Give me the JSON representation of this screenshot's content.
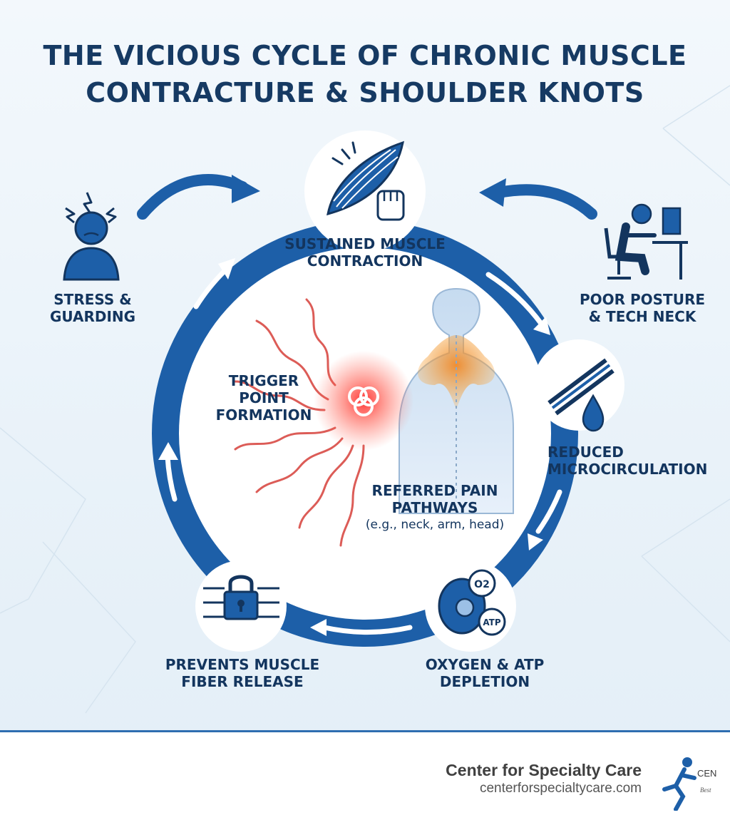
{
  "title": {
    "line1": "THE VICIOUS CYCLE OF CHRONIC MUSCLE",
    "line2": "CONTRACTURE & SHOULDER KNOTS"
  },
  "cycle": {
    "sustained": {
      "line1": "SUSTAINED MUSCLE",
      "line2": "CONTRACTION",
      "icon": "muscle-fist-icon"
    },
    "stress": {
      "line1": "STRESS &",
      "line2": "GUARDING",
      "icon": "stressed-person-icon"
    },
    "posture": {
      "line1": "POOR POSTURE",
      "line2": "& TECH NECK",
      "icon": "desk-posture-icon"
    },
    "microcirculation": {
      "line1": "REDUCED",
      "line2": "MICROCIRCULATION",
      "icon": "vessel-droplet-icon"
    },
    "depletion": {
      "line1": "OXYGEN & ATP",
      "line2": "DEPLETION",
      "icon": "cell-icon",
      "o2": "O2",
      "atp": "ATP"
    },
    "prevents": {
      "line1": "PREVENTS MUSCLE",
      "line2": "FIBER RELEASE",
      "icon": "padlock-fibers-icon"
    }
  },
  "center": {
    "trigger": {
      "line1": "TRIGGER",
      "line2": "POINT",
      "line3": "FORMATION"
    },
    "referred": {
      "line1": "REFERRED PAIN",
      "line2": "PATHWAYS",
      "line3": "(e.g., neck, arm, head)"
    }
  },
  "footer": {
    "name": "Center for Specialty Care",
    "url": "centerforspecialtycare.com",
    "logo_text": "CEN",
    "logo_sub": "Best"
  },
  "colors": {
    "ring": "#1d5fa8",
    "dark_navy": "#13355e",
    "pain_red": "#e0342e",
    "pain_orange": "#f39a3a"
  }
}
